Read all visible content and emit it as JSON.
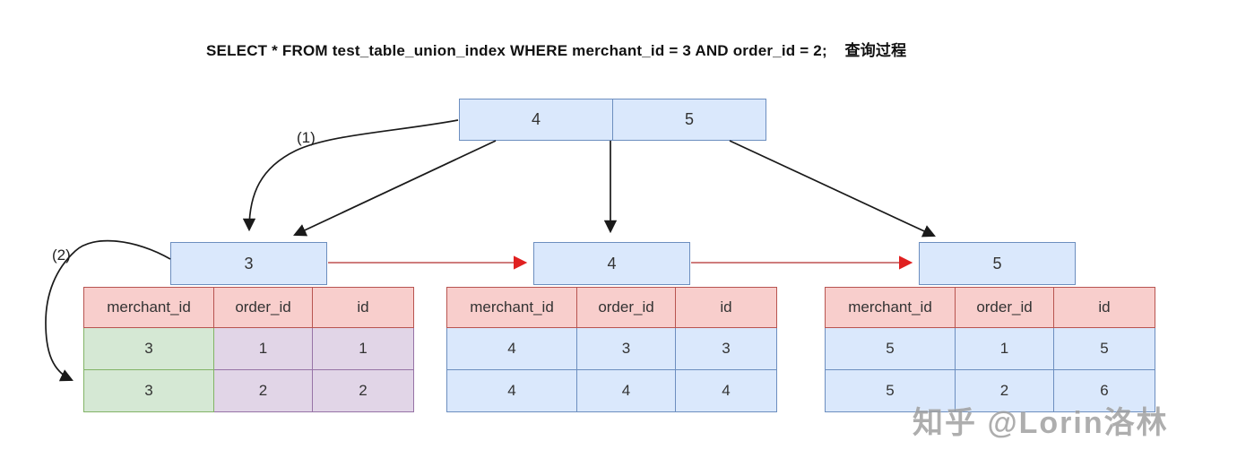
{
  "title": "SELECT * FROM test_table_union_index WHERE merchant_id = 3 AND order_id = 2;    查询过程",
  "annotations": {
    "step1": "(1)",
    "step2": "(2)"
  },
  "tree": {
    "root": {
      "cells": [
        "4",
        "5"
      ]
    },
    "leaves": [
      {
        "label": "3"
      },
      {
        "label": "4"
      },
      {
        "label": "5"
      }
    ]
  },
  "tables": [
    {
      "headers": [
        "merchant_id",
        "order_id",
        "id"
      ],
      "rows": [
        [
          "3",
          "1",
          "1"
        ],
        [
          "3",
          "2",
          "2"
        ]
      ]
    },
    {
      "headers": [
        "merchant_id",
        "order_id",
        "id"
      ],
      "rows": [
        [
          "4",
          "3",
          "3"
        ],
        [
          "4",
          "4",
          "4"
        ]
      ]
    },
    {
      "headers": [
        "merchant_id",
        "order_id",
        "id"
      ],
      "rows": [
        [
          "5",
          "1",
          "5"
        ],
        [
          "5",
          "2",
          "6"
        ]
      ]
    }
  ],
  "watermark": "知乎 @Lorin洛林",
  "colors": {
    "node-fill": "#dae8fc",
    "node-border": "#6c8ebf",
    "header-fill": "#f8cecc",
    "header-border": "#b85450",
    "green-fill": "#d5e8d4",
    "green-border": "#82b366",
    "purple-fill": "#e1d5e7",
    "purple-border": "#9673a6",
    "blue-fill": "#dae8fc",
    "blue-border": "#6c8ebf",
    "arrow-black": "#1a1a1a",
    "arrow-red-line": "#c86a6a",
    "arrow-red-head": "#e02020",
    "watermark-color": "#9b9b9b"
  }
}
